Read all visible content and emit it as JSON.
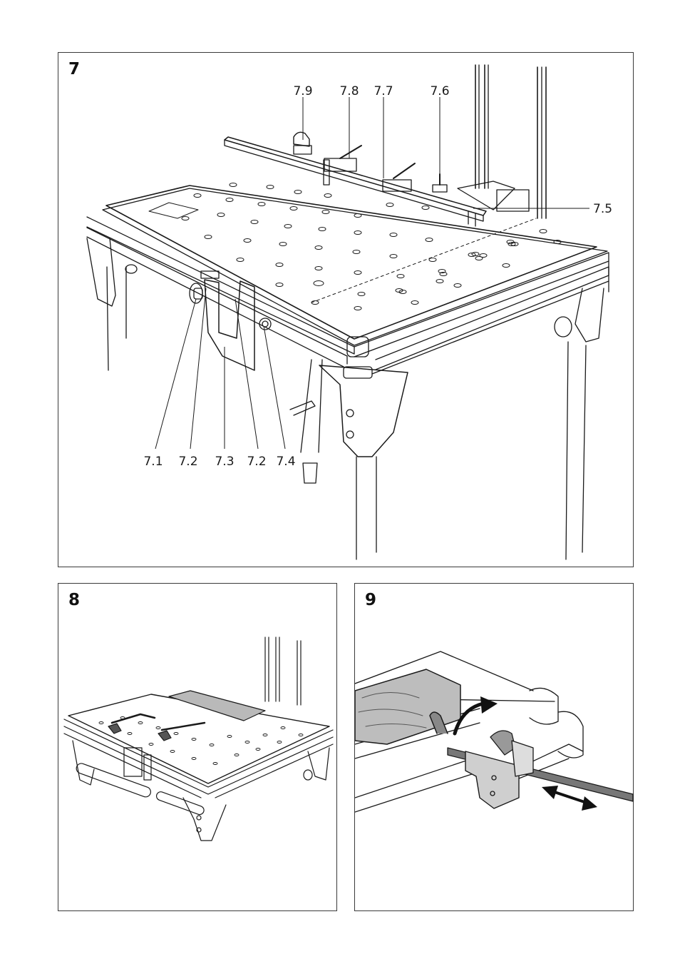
{
  "figures": {
    "fig7": {
      "number": "7",
      "callouts": [
        "7.9",
        "7.8",
        "7.7",
        "7.6",
        "7.5",
        "7.1",
        "7.2",
        "7.3",
        "7.2",
        "7.4"
      ]
    },
    "fig8": {
      "number": "8"
    },
    "fig9": {
      "number": "9"
    }
  }
}
